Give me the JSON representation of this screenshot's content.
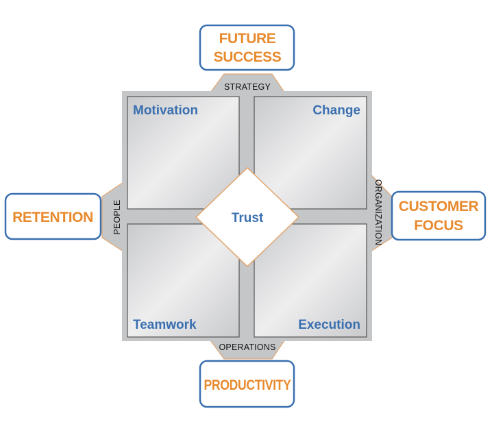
{
  "diagram": {
    "center": {
      "label": "Trust"
    },
    "quadrants": {
      "top_left": "Motivation",
      "top_right": "Change",
      "bottom_left": "Teamwork",
      "bottom_right": "Execution"
    },
    "axes": {
      "top": "STRATEGY",
      "left": "PEOPLE",
      "right": "ORGANIZATION",
      "bottom": "OPERATIONS"
    },
    "outcomes": {
      "top": [
        "FUTURE",
        "SUCCESS"
      ],
      "left": [
        "RETENTION"
      ],
      "right": [
        "CUSTOMER",
        "FOCUS"
      ],
      "bottom": [
        "PRODUCTIVITY"
      ]
    },
    "colors": {
      "accent_blue": "#3a6fb0",
      "accent_orange": "#e88a2e",
      "connector_gray": "#c5c6c8"
    }
  }
}
